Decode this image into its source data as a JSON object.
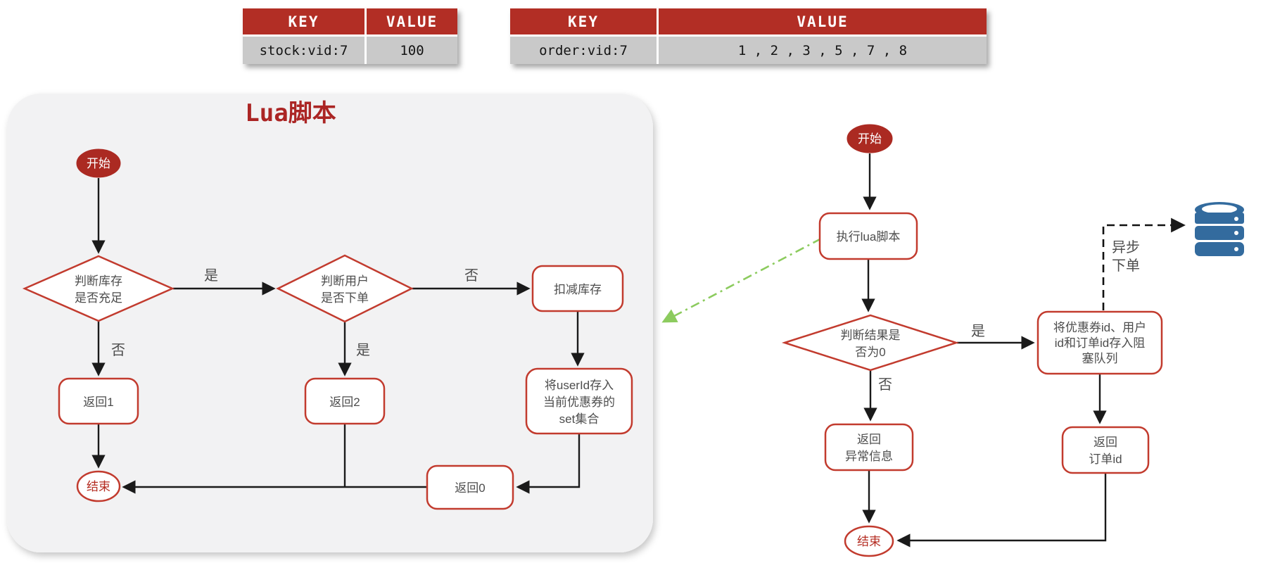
{
  "colors": {
    "accent_red": "#b22e25",
    "node_border_red": "#c23b2e",
    "start_node_fill": "#ab2a22",
    "flow_line": "#1a1a1a",
    "green_arrow": "#8ccb5e",
    "database_blue": "#336b9e",
    "panel_bg": "#f2f2f3",
    "table_body_bg": "#c9c9c9",
    "text_gray": "#4d4d4d"
  },
  "tables": [
    {
      "headers": [
        "KEY",
        "VALUE"
      ],
      "rows": [
        [
          "stock:vid:7",
          "100"
        ]
      ]
    },
    {
      "headers": [
        "KEY",
        "VALUE"
      ],
      "rows": [
        [
          "order:vid:7",
          "1 , 2 , 3 , 5 , 7 , 8"
        ]
      ]
    }
  ],
  "lua_panel": {
    "title": "Lua脚本",
    "start": "开始",
    "check_stock": [
      "判断库存",
      "是否充足"
    ],
    "check_user": [
      "判断用户",
      "是否下单"
    ],
    "deduct_stock": "扣减库存",
    "save_user": [
      "将userId存入",
      "当前优惠券的",
      "set集合"
    ],
    "return_1": "返回1",
    "return_2": "返回2",
    "return_0": "返回0",
    "end": "结束",
    "labels": {
      "stock_yes": "是",
      "stock_no": "否",
      "user_no": "否",
      "user_yes": "是"
    }
  },
  "main_flow": {
    "start": "开始",
    "exec_lua": "执行lua脚本",
    "check_result": [
      "判断结果是",
      "否为0"
    ],
    "queue": [
      "将优惠券id、用户",
      "id和订单id存入阻",
      "塞队列"
    ],
    "return_error": [
      "返回",
      "异常信息"
    ],
    "return_order": [
      "返回",
      "订单id"
    ],
    "end": "结束",
    "labels": {
      "result_yes": "是",
      "result_no": "否",
      "async": [
        "异步",
        "下单"
      ]
    },
    "database_icon": "database"
  }
}
